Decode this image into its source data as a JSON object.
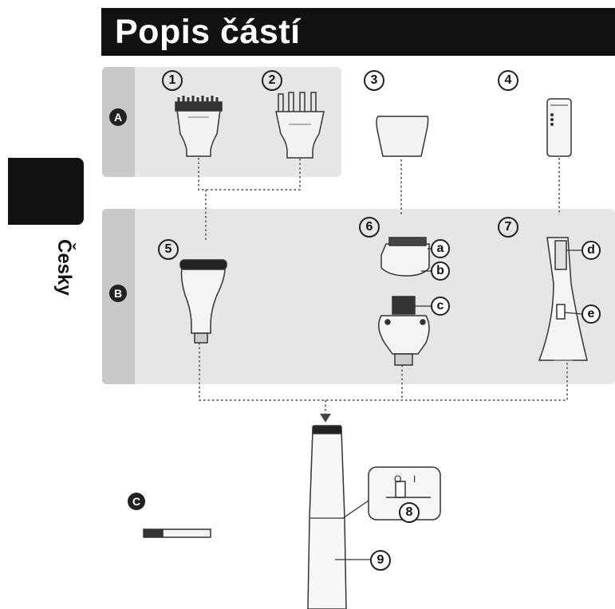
{
  "header": {
    "title": "Popis částí"
  },
  "side_tab": {
    "language": "Česky"
  },
  "groups": {
    "a": "A",
    "b": "B",
    "c": "C"
  },
  "parts": {
    "p1": "1",
    "p2": "2",
    "p3": "3",
    "p4": "4",
    "p5": "5",
    "p6": "6",
    "p7": "7",
    "p8": "8",
    "p9": "9"
  },
  "sub_parts": {
    "a": "a",
    "b": "b",
    "c": "c",
    "d": "d",
    "e": "e"
  },
  "switch_marks": {
    "off": "O",
    "on": "I"
  }
}
